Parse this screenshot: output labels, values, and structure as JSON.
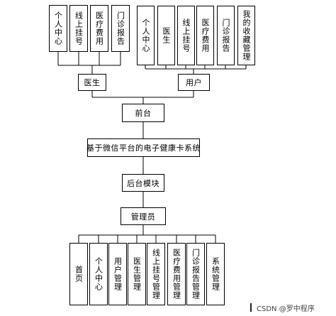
{
  "nodes": {
    "root": "基于微信平台的电子健康卡系统",
    "frontend": "前台",
    "backend": "后台模块",
    "doctor": "医生",
    "user": "用户",
    "admin": "管理员"
  },
  "doctor_modules": [
    "个人中心",
    "线上挂号",
    "医疗费用",
    "门诊报告"
  ],
  "user_modules": [
    "个人中心",
    "医生",
    "线上挂号",
    "医疗费用",
    "门诊报告",
    "我的收藏管理"
  ],
  "admin_modules": [
    "首页",
    "个人中心",
    "用户管理",
    "医生管理",
    "线上挂号管理",
    "医疗费用管理",
    "门诊报告管理",
    "系统管理"
  ],
  "watermark": "CSDN @罗中程序"
}
